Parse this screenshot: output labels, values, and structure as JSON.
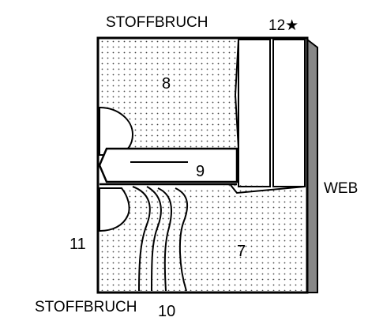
{
  "labels": {
    "fold_top": "STOFFBRUCH",
    "fold_bottom": "STOFFBRUCH",
    "selvage": "WEB",
    "piece_12": "12★",
    "piece_8": "8",
    "piece_9": "9",
    "piece_7": "7",
    "piece_11": "11",
    "piece_10": "10"
  },
  "colors": {
    "outline": "#000000",
    "dots": "#444444",
    "selvage_fill": "#888888",
    "background": "#ffffff"
  }
}
